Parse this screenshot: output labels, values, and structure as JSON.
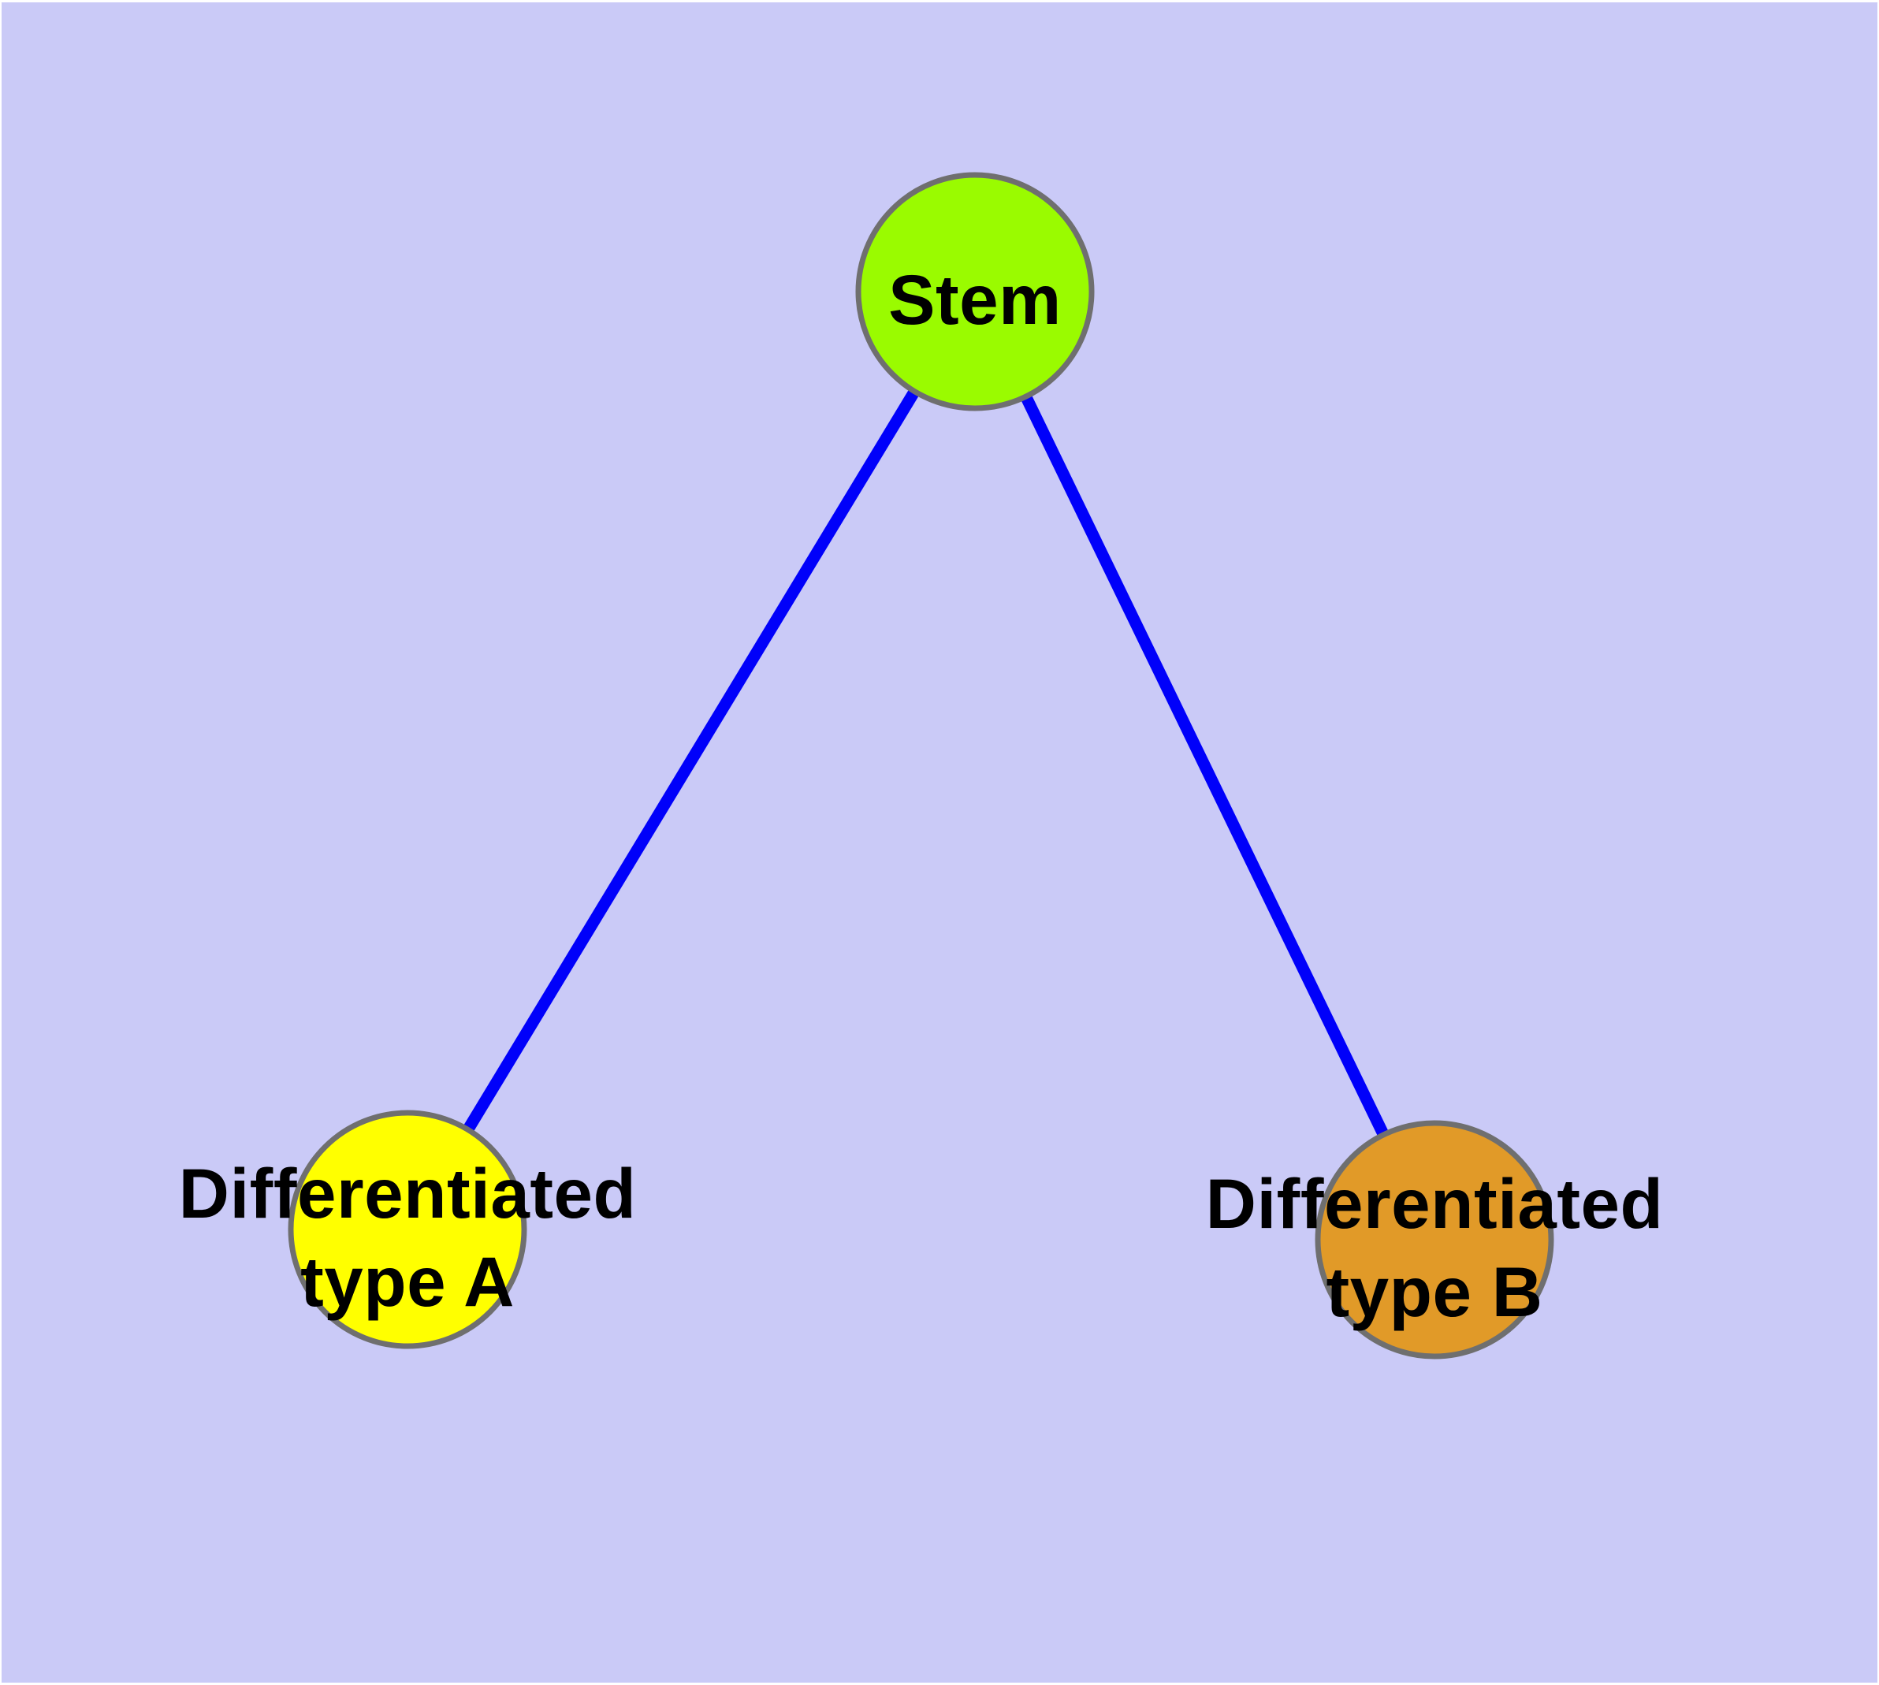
{
  "diagram": {
    "type": "node-link-graph",
    "colors": {
      "background": "#CACAF7",
      "edge": "#0000FA",
      "node_border": "#6F6F6F",
      "label_text": "#000000"
    },
    "nodes": {
      "stem": {
        "label": "Stem",
        "fill": "#9AFB00"
      },
      "type_a": {
        "label_line1": "Differentiated",
        "label_line2": "type A",
        "fill": "#FFFF00"
      },
      "type_b": {
        "label_line1": "Differentiated",
        "label_line2": "type B",
        "fill": "#E19A28"
      }
    },
    "edges": [
      {
        "from": "stem",
        "to": "type_a"
      },
      {
        "from": "stem",
        "to": "type_b"
      }
    ]
  }
}
